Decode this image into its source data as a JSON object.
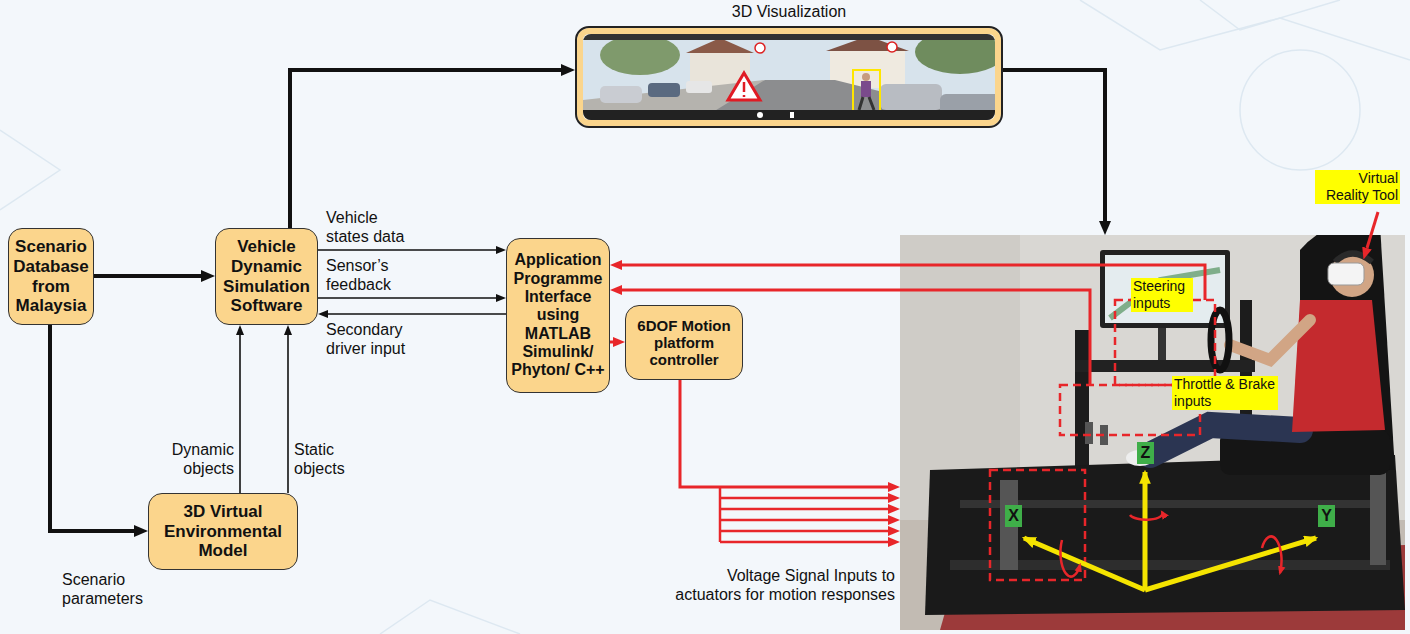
{
  "diagram": {
    "nodes": [
      {
        "text": [
          "Scenario Database from Malaysia"
        ]
      },
      {
        "text": [
          "Vehicle Dynamic Simulation Software"
        ]
      },
      {
        "text": [
          "3D Visualization"
        ]
      },
      {
        "text": [
          "Application Programme Interface using MATLAB Simulink/ Phyton/ C++"
        ]
      },
      {
        "text": [
          "6DOF Motion platform controller"
        ]
      },
      {
        "text": [
          "3D Virtual Environmental Model"
        ]
      },
      {
        "text": [
          "Virtual Reality Tool",
          "Steering inputs",
          "Throttle & Brake inputs",
          "X",
          "Y",
          "Z"
        ]
      }
    ],
    "edges": [
      {
        "from": 0,
        "to": 1,
        "arrow": "to"
      },
      {
        "from": 0,
        "to": 5,
        "arrow": "to",
        "label": "Scenario parameters"
      },
      {
        "from": 5,
        "to": 1,
        "arrow": "to",
        "label": "Dynamic objects"
      },
      {
        "from": 5,
        "to": 1,
        "arrow": "to",
        "label": "Static objects"
      },
      {
        "from": 1,
        "to": 3,
        "arrow": "to",
        "label": "Vehicle states data"
      },
      {
        "from": 1,
        "to": 3,
        "arrow": "to",
        "label": "Sensor’s feedback"
      },
      {
        "from": 3,
        "to": 1,
        "arrow": "to",
        "label": "Secondary driver input"
      },
      {
        "from": 1,
        "to": 2,
        "arrow": "to"
      },
      {
        "from": 2,
        "to": 6,
        "arrow": "to"
      },
      {
        "from": 6,
        "to": 3,
        "arrow": "to"
      },
      {
        "from": 6,
        "to": 3,
        "arrow": "to"
      },
      {
        "from": 3,
        "to": 4,
        "arrow": "to"
      },
      {
        "from": 4,
        "to": 6,
        "arrow": "to",
        "label": "Voltage Signal Inputs to actuators for motion responses"
      }
    ]
  }
}
